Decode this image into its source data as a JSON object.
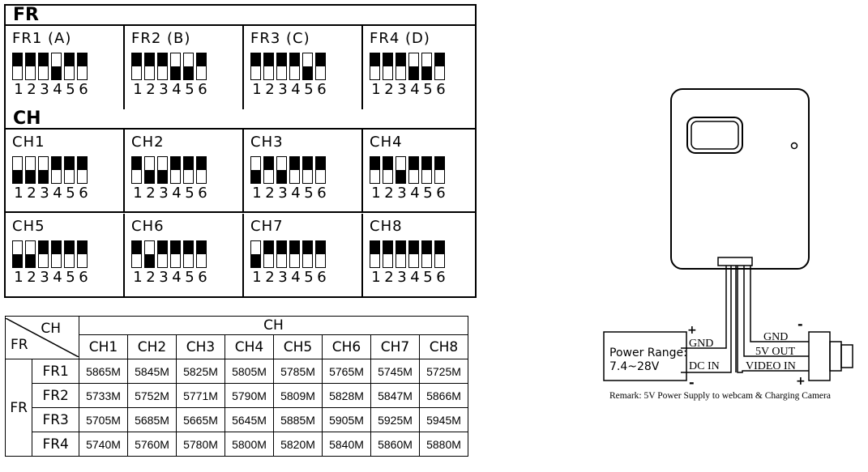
{
  "fr_section": {
    "title": "FR",
    "groups": [
      {
        "label": "FR1 (A)",
        "states": [
          "up",
          "up",
          "up",
          "down",
          "up",
          "up"
        ]
      },
      {
        "label": "FR2 (B)",
        "states": [
          "up",
          "up",
          "up",
          "down",
          "down",
          "up"
        ]
      },
      {
        "label": "FR3 (C)",
        "states": [
          "up",
          "up",
          "up",
          "up",
          "down",
          "up"
        ]
      },
      {
        "label": "FR4 (D)",
        "states": [
          "up",
          "up",
          "up",
          "down",
          "down",
          "up"
        ]
      }
    ]
  },
  "ch_section": {
    "title": "CH",
    "groups": [
      {
        "label": "CH1",
        "states": [
          "down",
          "down",
          "down",
          "up",
          "up",
          "up"
        ]
      },
      {
        "label": "CH2",
        "states": [
          "up",
          "down",
          "down",
          "up",
          "up",
          "up"
        ]
      },
      {
        "label": "CH3",
        "states": [
          "down",
          "up",
          "down",
          "up",
          "up",
          "up"
        ]
      },
      {
        "label": "CH4",
        "states": [
          "up",
          "up",
          "down",
          "up",
          "up",
          "up"
        ]
      },
      {
        "label": "CH5",
        "states": [
          "down",
          "down",
          "up",
          "up",
          "up",
          "up"
        ]
      },
      {
        "label": "CH6",
        "states": [
          "up",
          "down",
          "up",
          "up",
          "up",
          "up"
        ]
      },
      {
        "label": "CH7",
        "states": [
          "down",
          "up",
          "up",
          "up",
          "up",
          "up"
        ]
      },
      {
        "label": "CH8",
        "states": [
          "up",
          "up",
          "up",
          "up",
          "up",
          "up"
        ]
      }
    ]
  },
  "switch_numbers": [
    "1",
    "2",
    "3",
    "4",
    "5",
    "6"
  ],
  "table": {
    "corner_ch": "CH",
    "corner_fr": "FR",
    "ch_header": "CH",
    "fr_header": "FR",
    "channels": [
      "CH1",
      "CH2",
      "CH3",
      "CH4",
      "CH5",
      "CH6",
      "CH7",
      "CH8"
    ],
    "rows": [
      {
        "label": "FR1",
        "values": [
          "5865M",
          "5845M",
          "5825M",
          "5805M",
          "5785M",
          "5765M",
          "5745M",
          "5725M"
        ]
      },
      {
        "label": "FR2",
        "values": [
          "5733M",
          "5752M",
          "5771M",
          "5790M",
          "5809M",
          "5828M",
          "5847M",
          "5866M"
        ]
      },
      {
        "label": "FR3",
        "values": [
          "5705M",
          "5685M",
          "5665M",
          "5645M",
          "5885M",
          "5905M",
          "5925M",
          "5945M"
        ]
      },
      {
        "label": "FR4",
        "values": [
          "5740M",
          "5760M",
          "5780M",
          "5800M",
          "5820M",
          "5840M",
          "5860M",
          "5880M"
        ]
      }
    ]
  },
  "wiring": {
    "power_range_line1": "Power Range:",
    "power_range_line2": "7.4~28V",
    "gnd_left": "GND",
    "dc_in": "DC IN",
    "gnd_right": "GND",
    "out_5v": "5V OUT",
    "video_in": "VIDEO IN",
    "plus": "+",
    "minus": "-",
    "remark": "Remark: 5V Power Supply to webcam & Charging Camera"
  }
}
